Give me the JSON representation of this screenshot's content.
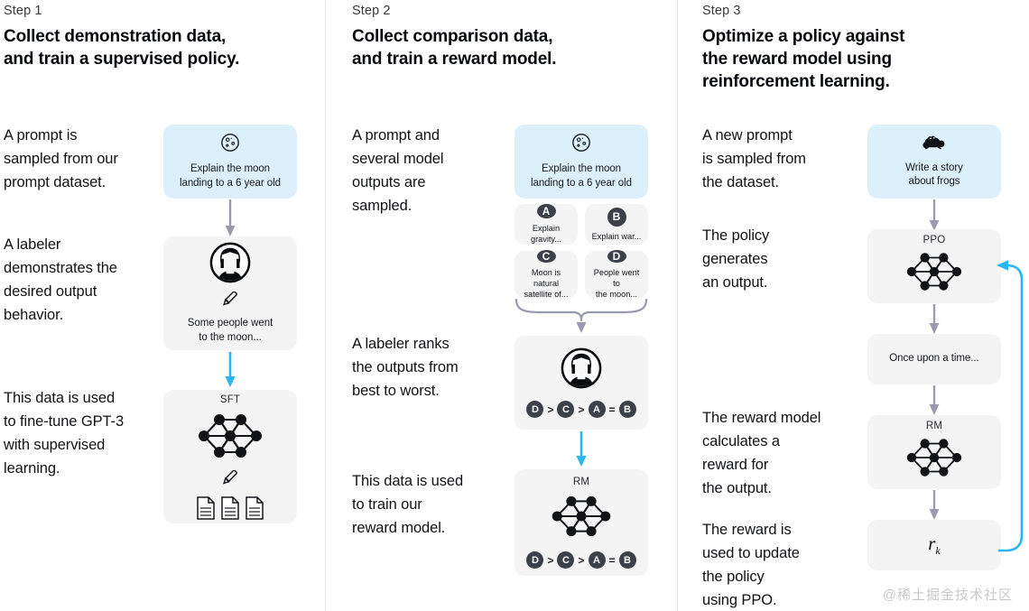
{
  "watermark": "@稀土掘金技术社区",
  "colors": {
    "prompt_box_bg": "#dcf0fb",
    "box_bg": "#f4f4f5",
    "pill_bg": "#3c4049",
    "arrow_gray": "#9a9aae",
    "arrow_blue": "#29b6f2",
    "divider": "#e6e6e8",
    "text": "#111214"
  },
  "steps": [
    {
      "label": "Step 1",
      "title_lines": [
        "Collect demonstration data,",
        "and train a supervised policy."
      ],
      "paragraphs": [
        "A prompt is\nsampled from our\nprompt dataset.",
        "A labeler\ndemonstrates the\ndesired output\nbehavior.",
        "This data is used\nto fine-tune GPT-3\nwith supervised\nlearning."
      ],
      "boxes": [
        {
          "kind": "prompt",
          "icon": "moon-icon",
          "caption": "Explain the moon\nlanding to a 6 year old"
        },
        {
          "kind": "demo",
          "icon": "labeler-avatar-icon",
          "sub_icon": "pencil-icon",
          "caption": "Some people went\nto the moon..."
        },
        {
          "kind": "model",
          "title": "SFT",
          "icon": "neural-network-icon",
          "sub_icon": "pencil-icon",
          "docs_icon": "documents-icon"
        }
      ]
    },
    {
      "label": "Step 2",
      "title_lines": [
        "Collect comparison data,",
        "and train a reward model."
      ],
      "paragraphs": [
        "A prompt and\nseveral model\noutputs are\nsampled.",
        "A labeler ranks\nthe outputs from\nbest to worst.",
        "This data is used\nto train our\nreward model."
      ],
      "boxes": [
        {
          "kind": "prompt",
          "icon": "moon-icon",
          "caption": "Explain the moon\nlanding to a 6 year old"
        },
        {
          "kind": "options",
          "items": [
            {
              "letter": "A",
              "text": "Explain gravity..."
            },
            {
              "letter": "B",
              "text": "Explain war..."
            },
            {
              "letter": "C",
              "text": "Moon is natural\nsatellite of..."
            },
            {
              "letter": "D",
              "text": "People went to\nthe moon..."
            }
          ]
        },
        {
          "kind": "rank",
          "icon": "labeler-avatar-icon",
          "ranking": [
            "D",
            ">",
            "C",
            ">",
            "A",
            "=",
            "B"
          ]
        },
        {
          "kind": "model",
          "title": "RM",
          "icon": "neural-network-icon",
          "ranking": [
            "D",
            ">",
            "C",
            ">",
            "A",
            "=",
            "B"
          ]
        }
      ]
    },
    {
      "label": "Step 3",
      "title_lines": [
        "Optimize a policy against",
        "the reward model using",
        "reinforcement learning."
      ],
      "paragraphs": [
        "A new prompt\nis sampled from\nthe dataset.",
        "The policy\ngenerates\nan output.",
        "The reward model\ncalculates a\nreward for\nthe output.",
        "The reward is\nused to update\nthe policy\nusing PPO."
      ],
      "boxes": [
        {
          "kind": "prompt",
          "icon": "frog-icon",
          "caption": "Write a story\nabout frogs"
        },
        {
          "kind": "model",
          "title": "PPO",
          "icon": "neural-network-icon"
        },
        {
          "kind": "text",
          "caption": "Once upon a time..."
        },
        {
          "kind": "model",
          "title": "RM",
          "icon": "neural-network-icon"
        },
        {
          "kind": "reward",
          "symbol": "r",
          "subscript": "k"
        }
      ]
    }
  ]
}
